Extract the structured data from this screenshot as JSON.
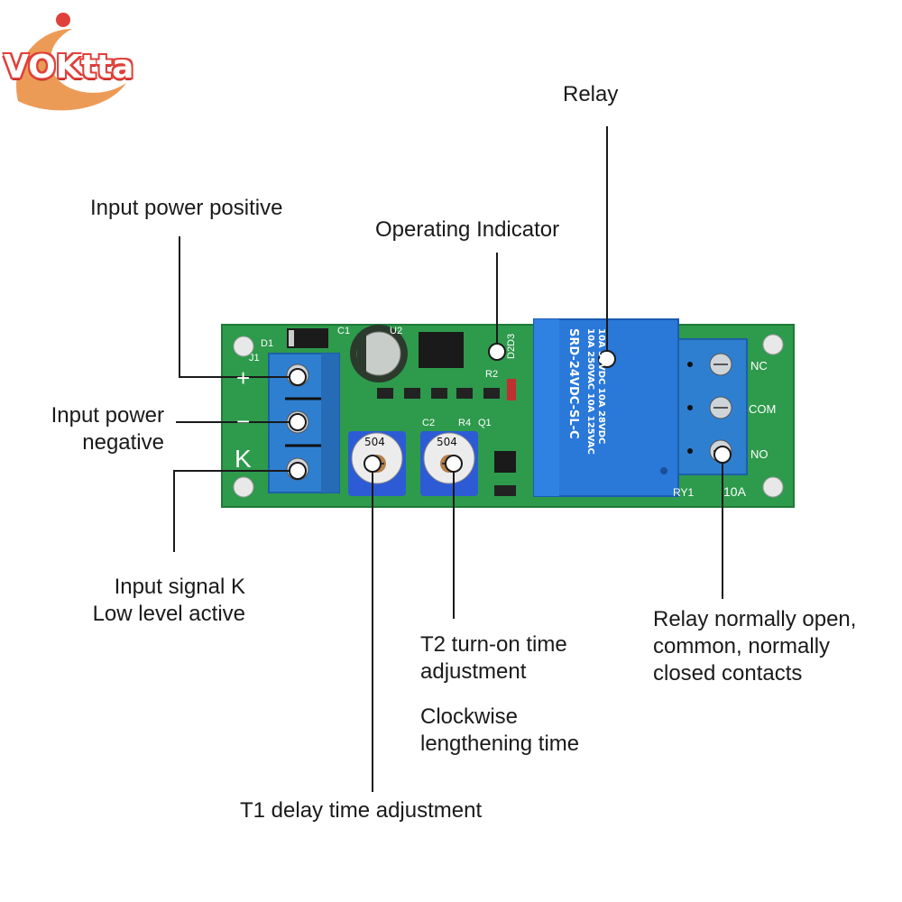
{
  "brand": {
    "logo_text": "VOKtta"
  },
  "labels": {
    "relay": "Relay",
    "input_power_positive": "Input power positive",
    "operating_indicator": "Operating Indicator",
    "input_power_negative_l1": "Input power",
    "input_power_negative_l2": "negative",
    "input_signal_l1": "Input signal K",
    "input_signal_l2": "Low level active",
    "t2_l1": "T2 turn-on time",
    "t2_l2": "adjustment",
    "clockwise_l1": "Clockwise",
    "clockwise_l2": "lengthening time",
    "relay_contacts_l1": "Relay normally open,",
    "relay_contacts_l2": "common, normally",
    "relay_contacts_l3": "closed contacts",
    "t1": "T1 delay time adjustment"
  },
  "board": {
    "plus_mark": "+",
    "minus_mark": "−",
    "k_mark": "K",
    "nc": "NC",
    "com": "COM",
    "no": "NO",
    "amps": "10A",
    "ry1": "RY1",
    "pot1": "504",
    "pot2": "504",
    "relay_model": "SRD-24VDC-SL-C",
    "relay_rating_1": "10A 250VAC  10A 125VAC",
    "relay_rating_2": "10A 30VDC  10A 28VDC",
    "d1": "D1",
    "j1": "J1",
    "c1": "C1",
    "u2": "U2",
    "c2": "C2",
    "r2": "R2",
    "r4": "R4",
    "q1": "Q1",
    "d2d3": "D2D3"
  },
  "colors": {
    "pcb": "#2e9a4c",
    "terminal_blue": "#2f7fd1",
    "relay_blue": "#2a78d8",
    "pot_blue": "#2d5bd6",
    "leader": "#1a1a1a"
  }
}
